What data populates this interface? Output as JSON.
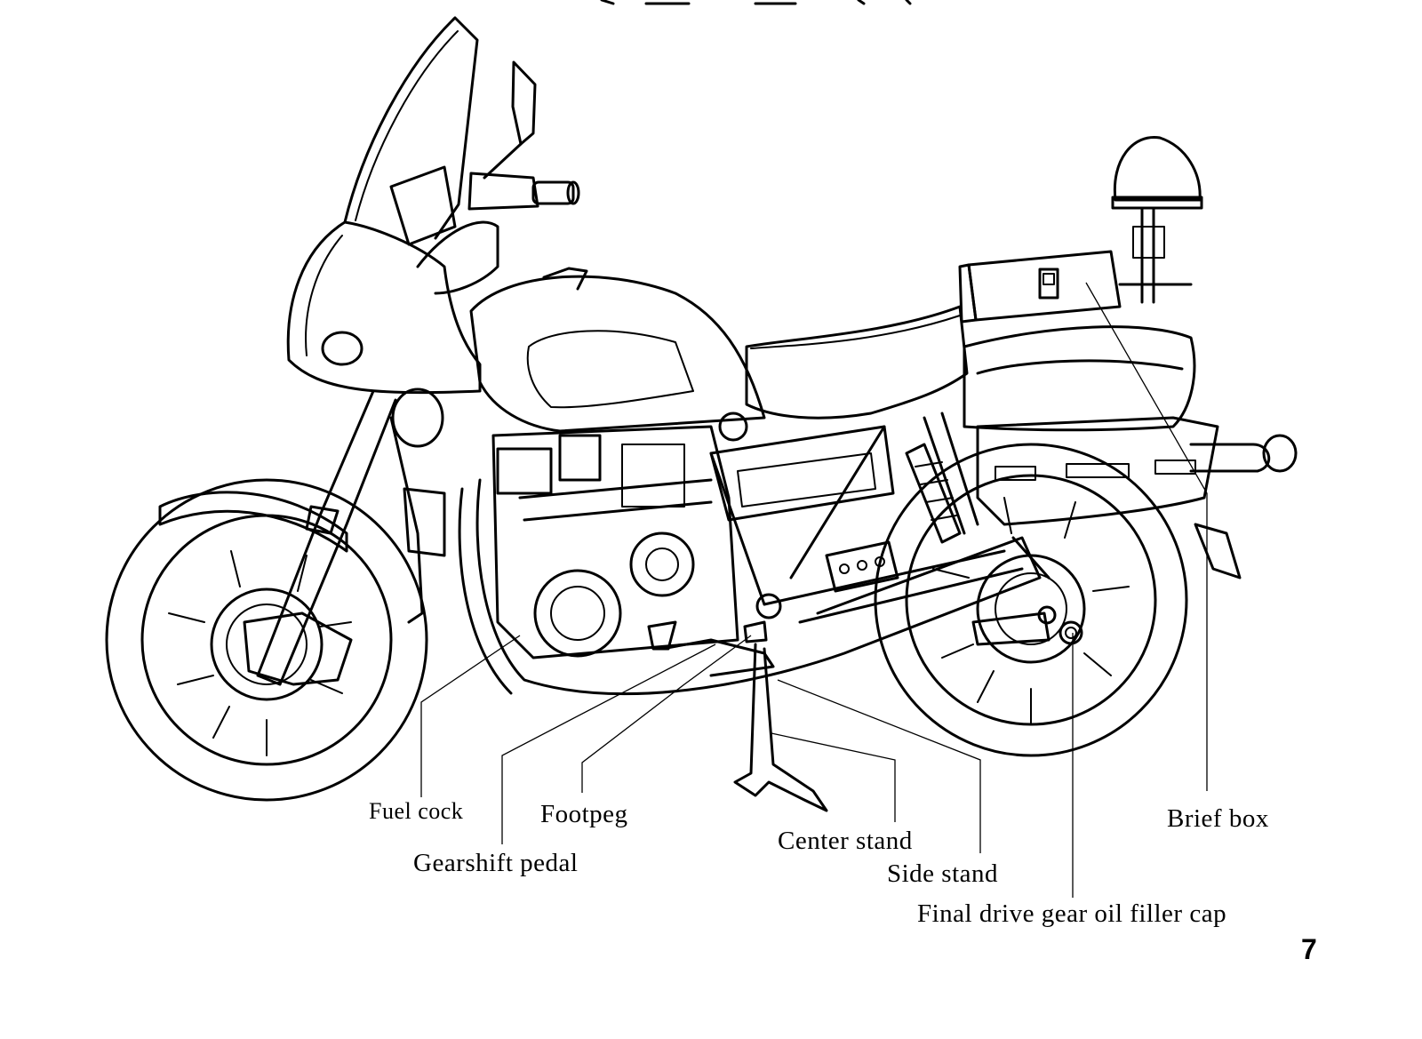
{
  "labels": {
    "fuel_cock": "Fuel cock",
    "footpeg": "Footpeg",
    "gearshift_pedal": "Gearshift pedal",
    "center_stand": "Center stand",
    "side_stand": "Side stand",
    "final_drive_cap": "Final drive gear oil filler cap",
    "brief_box": "Brief box"
  },
  "page_number": "7"
}
